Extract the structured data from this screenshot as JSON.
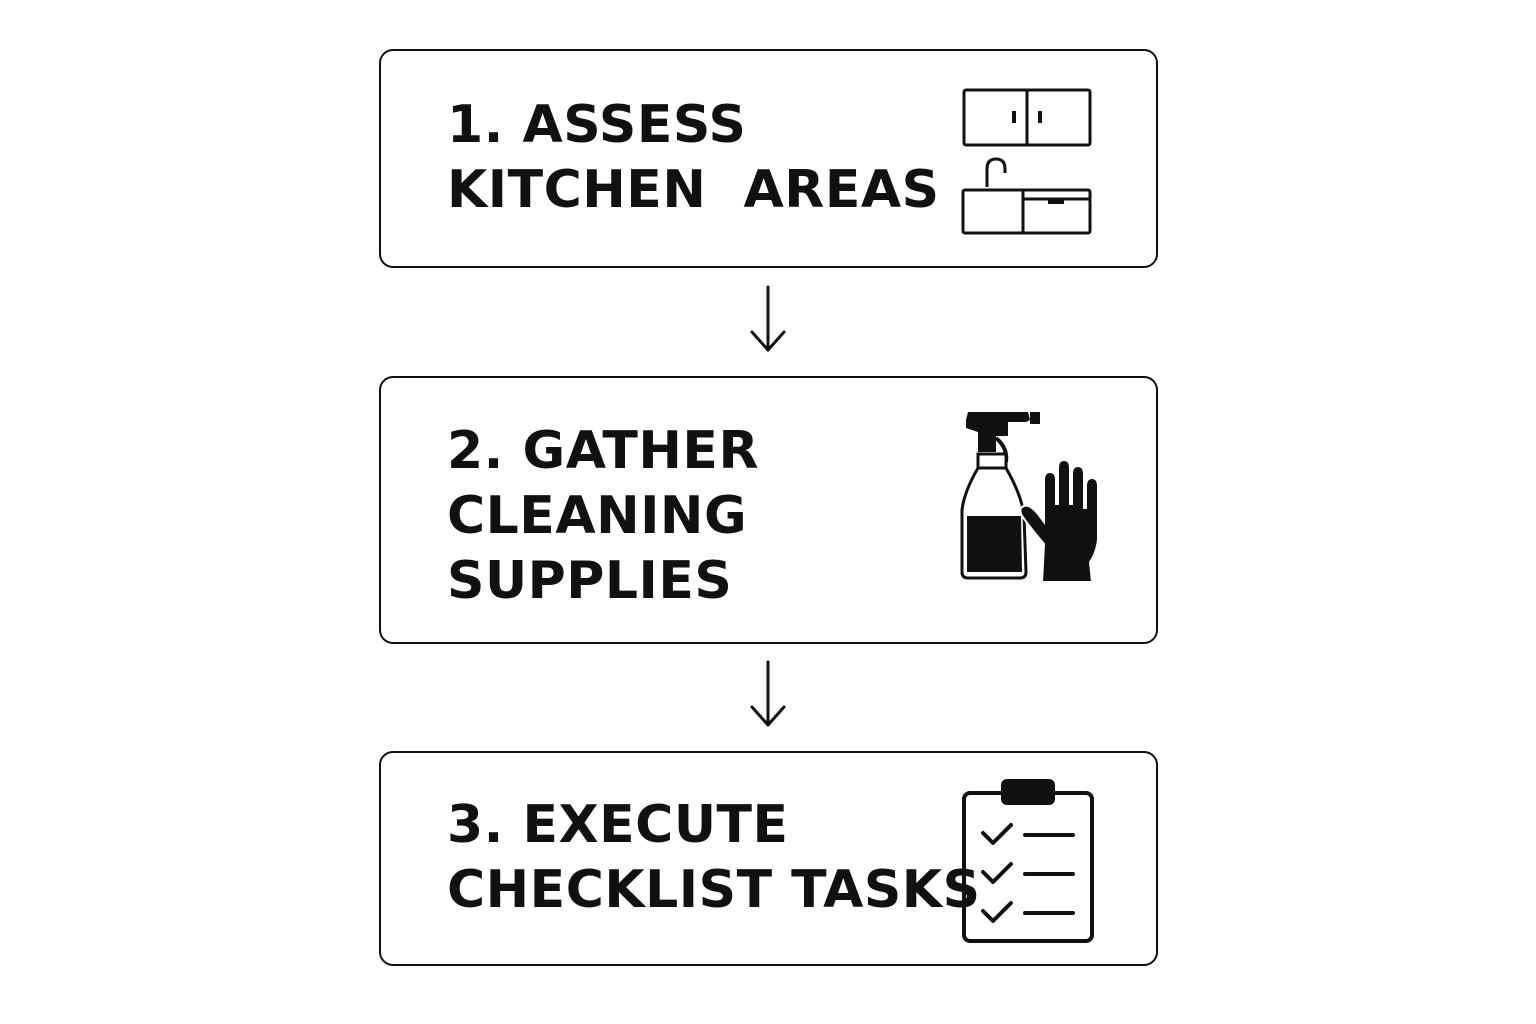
{
  "steps": [
    {
      "lines": [
        "1. ASSESS",
        "KITCHEN  AREAS"
      ],
      "icon": "kitchen-cabinets-sink-icon"
    },
    {
      "lines": [
        "2. GATHER",
        "CLEANING",
        "SUPPLIES"
      ],
      "icon": "spray-bottle-glove-icon"
    },
    {
      "lines": [
        "3. EXECUTE",
        "CHECKLIST TASKS"
      ],
      "icon": "clipboard-checklist-icon"
    }
  ],
  "connectors": [
    "down-arrow-icon",
    "down-arrow-icon"
  ],
  "colors": {
    "ink": "#111111",
    "background": "#ffffff"
  }
}
